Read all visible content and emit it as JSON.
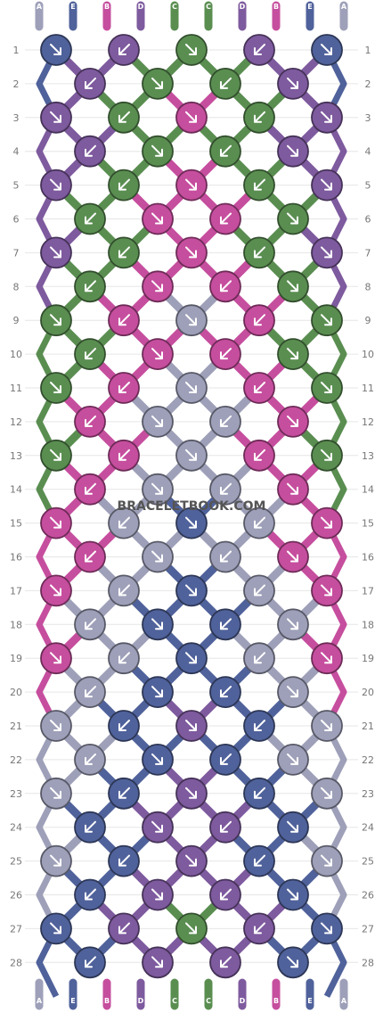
{
  "watermark": "BRACELETBOOK.COM",
  "colors": {
    "A": "#9ea0b9",
    "B": "#c64e9e",
    "C": "#5a8e51",
    "D": "#7e5a9e",
    "E": "#50629b"
  },
  "strings_top": [
    "A",
    "E",
    "B",
    "D",
    "C",
    "C",
    "D",
    "B",
    "E",
    "A"
  ],
  "strings_bottom": [
    "A",
    "E",
    "B",
    "D",
    "C",
    "C",
    "D",
    "B",
    "E",
    "A"
  ],
  "row_numbers": [
    "1",
    "2",
    "3",
    "4",
    "5",
    "6",
    "7",
    "8",
    "9",
    "10",
    "11",
    "12",
    "13",
    "14",
    "15",
    "16",
    "17",
    "18",
    "19",
    "20",
    "21",
    "22",
    "23",
    "24",
    "25",
    "26",
    "27",
    "28"
  ],
  "knot_rows": [
    [
      "E",
      "D",
      "C",
      "D",
      "E"
    ],
    [
      "D",
      "C",
      "C",
      "D"
    ],
    [
      "D",
      "C",
      "B",
      "C",
      "D"
    ],
    [
      "D",
      "C",
      "C",
      "D"
    ],
    [
      "D",
      "C",
      "B",
      "C",
      "D"
    ],
    [
      "C",
      "B",
      "B",
      "C"
    ],
    [
      "D",
      "C",
      "B",
      "C",
      "D"
    ],
    [
      "C",
      "B",
      "B",
      "C"
    ],
    [
      "C",
      "B",
      "A",
      "B",
      "C"
    ],
    [
      "C",
      "B",
      "B",
      "C"
    ],
    [
      "C",
      "B",
      "A",
      "B",
      "C"
    ],
    [
      "B",
      "A",
      "A",
      "B"
    ],
    [
      "C",
      "B",
      "A",
      "B",
      "C"
    ],
    [
      "B",
      "A",
      "A",
      "B"
    ],
    [
      "B",
      "A",
      "E",
      "A",
      "B"
    ],
    [
      "B",
      "A",
      "A",
      "B"
    ],
    [
      "B",
      "A",
      "E",
      "A",
      "B"
    ],
    [
      "A",
      "E",
      "E",
      "A"
    ],
    [
      "B",
      "A",
      "E",
      "A",
      "B"
    ],
    [
      "A",
      "E",
      "E",
      "A"
    ],
    [
      "A",
      "E",
      "D",
      "E",
      "A"
    ],
    [
      "A",
      "E",
      "E",
      "A"
    ],
    [
      "A",
      "E",
      "D",
      "E",
      "A"
    ],
    [
      "E",
      "D",
      "D",
      "E"
    ],
    [
      "A",
      "E",
      "D",
      "E",
      "A"
    ],
    [
      "E",
      "D",
      "D",
      "E"
    ],
    [
      "E",
      "D",
      "C",
      "D",
      "E"
    ],
    [
      "E",
      "D",
      "D",
      "E"
    ]
  ]
}
